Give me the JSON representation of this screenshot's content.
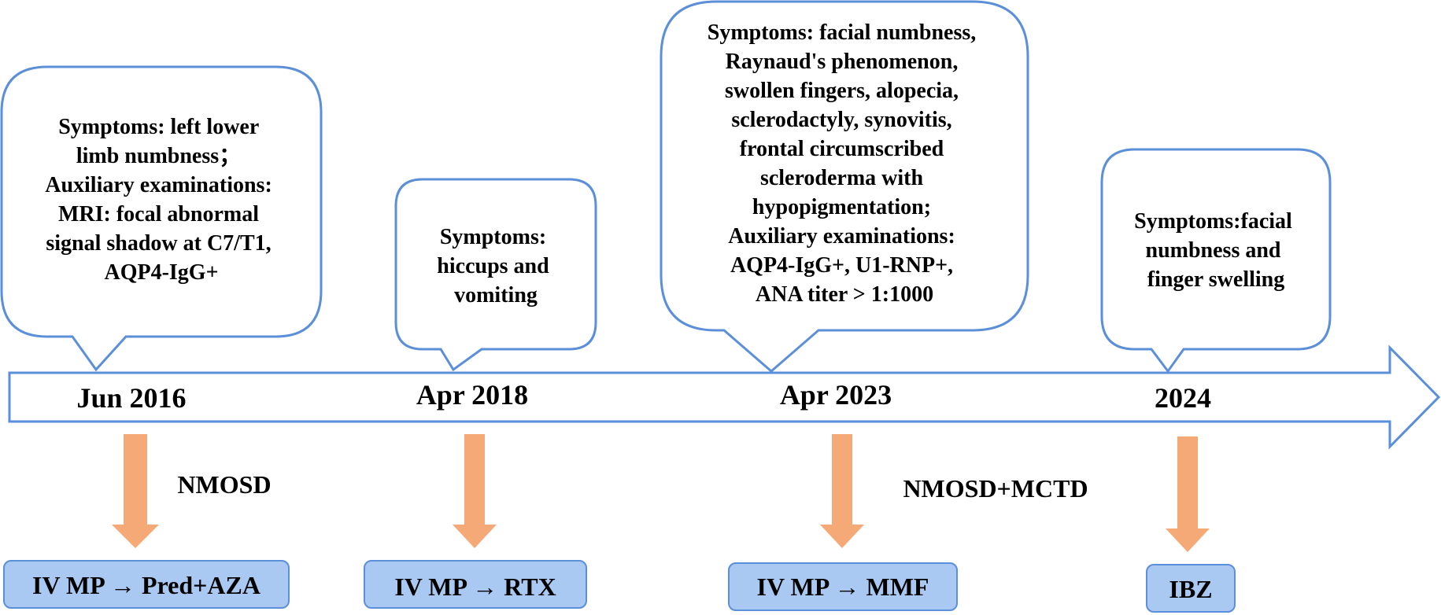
{
  "timeline": {
    "events": [
      {
        "date": "Jun 2016",
        "symptoms": [
          "Symptoms: left lower",
          "limb numbness；",
          "Auxiliary examinations:",
          "MRI: focal abnormal",
          "signal shadow at C7/T1,",
          "AQP4-IgG+"
        ],
        "diagnosis": "NMOSD",
        "treatment": "IV MP → Pred+AZA"
      },
      {
        "date": "Apr 2018",
        "symptoms": [
          "Symptoms:",
          "hiccups and",
          "vomiting"
        ],
        "diagnosis": "",
        "treatment": "IV MP → RTX"
      },
      {
        "date": "Apr 2023",
        "symptoms": [
          "Symptoms: facial numbness,",
          "Raynaud's phenomenon,",
          "swollen fingers, alopecia,",
          "sclerodactyly, synovitis,",
          "frontal circumscribed",
          "scleroderma with",
          "hypopigmentation;",
          "Auxiliary examinations:",
          "AQP4-IgG+, U1-RNP+,",
          "ANA titer > 1:1000"
        ],
        "diagnosis": "NMOSD+MCTD",
        "treatment": "IV MP → MMF"
      },
      {
        "date": "2024",
        "symptoms": [
          "Symptoms:facial",
          "numbness and",
          "finger swelling"
        ],
        "diagnosis": "",
        "treatment": "IBZ"
      }
    ]
  },
  "colors": {
    "outline": "#5b8fd9",
    "down_arrow": "#f4a977",
    "treatment_fill": "#a9c8f2"
  }
}
